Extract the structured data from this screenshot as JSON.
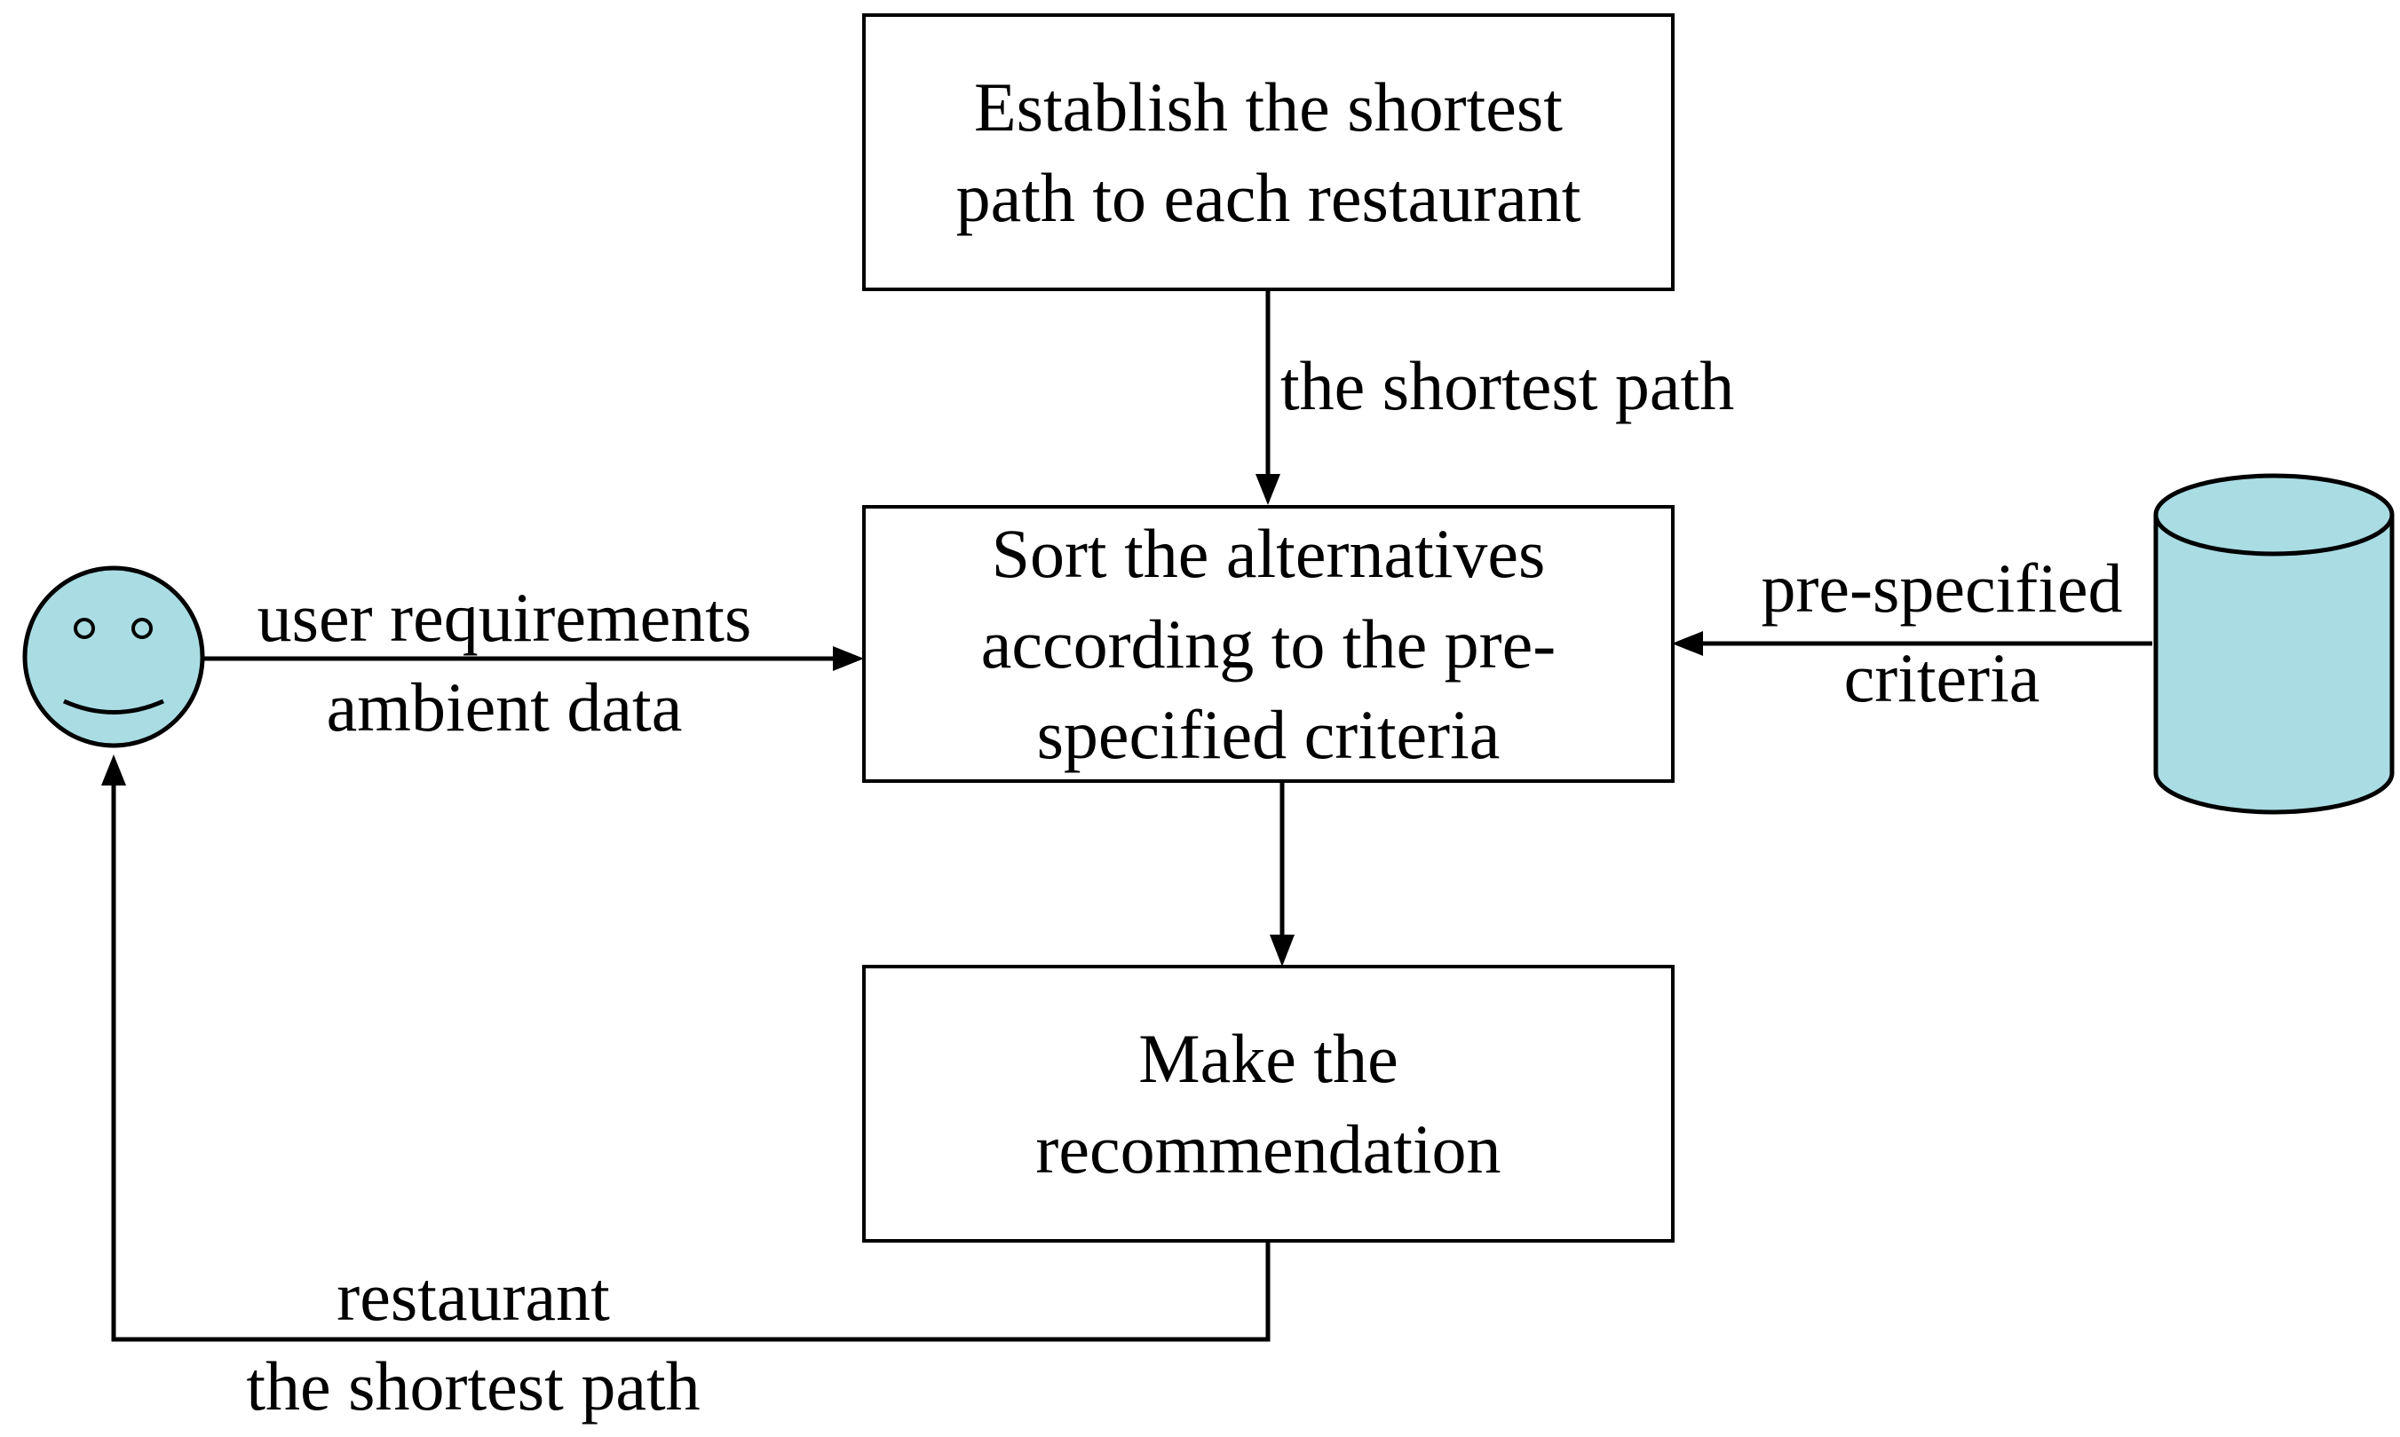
{
  "boxes": {
    "establish": {
      "line1": "Establish the shortest",
      "line2": "path to each restaurant"
    },
    "sort": {
      "line1": "Sort the alternatives",
      "line2": "according to the pre-",
      "line3": "specified criteria"
    },
    "recommend": {
      "line1": "Make the",
      "line2": "recommendation"
    }
  },
  "edge_labels": {
    "establish_to_sort": "the shortest path",
    "user_to_sort": {
      "line1": "user requirements",
      "line2": "ambient data"
    },
    "database_to_sort": {
      "line1": "pre-specified",
      "line2": "criteria"
    },
    "recommend_to_user": {
      "line1": "restaurant",
      "line2": "the shortest path"
    }
  },
  "icons": {
    "user": "smiley-face-icon",
    "database": "database-cylinder-icon"
  },
  "colors": {
    "icon_fill": "#a9dde3",
    "line": "#000000",
    "background": "#ffffff"
  }
}
